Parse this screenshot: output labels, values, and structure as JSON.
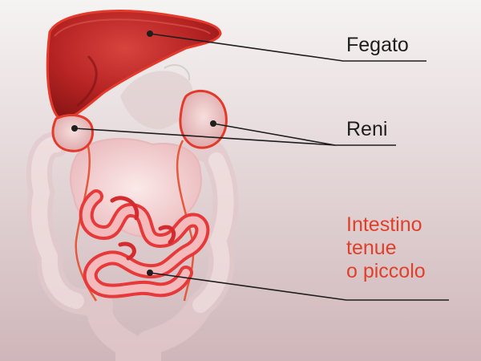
{
  "labels": {
    "liver": "Fegato",
    "kidneys": "Reni",
    "small_intestine": [
      "Intestino",
      "tenue",
      "o piccolo"
    ]
  },
  "colors": {
    "background_top": "#f5f2f2",
    "background_bottom": "#cfb7ba",
    "organ_red": "#c42a2a",
    "organ_outline": "#e33a2c",
    "liver_shade": "#9e1c1c",
    "kidney_fill": "#efcaca",
    "highlight_label": "#e0402a",
    "leader_line": "#1e1e1e"
  }
}
